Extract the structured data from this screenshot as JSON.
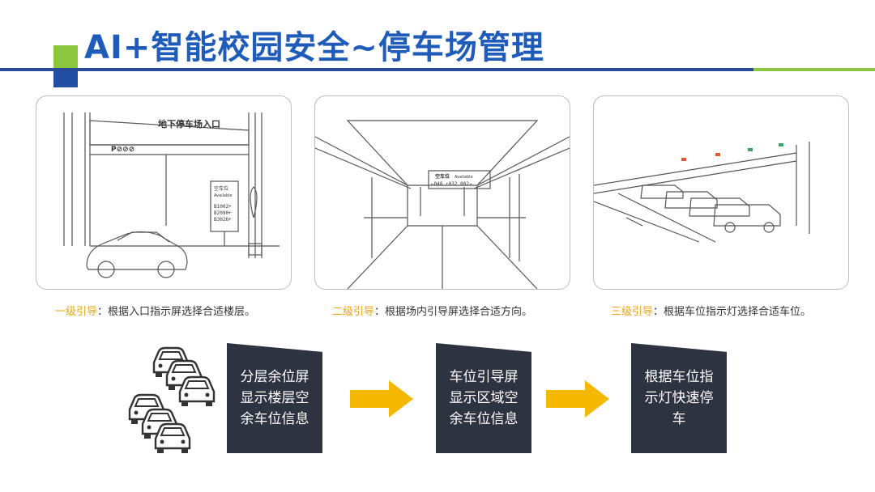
{
  "slide": {
    "title": "AI+智能校园安全~停车场管理"
  },
  "panels": [
    {
      "sign_top": "地下停车场入口",
      "sign_icons": "P⊘⊘⊘",
      "board_title": "空车位",
      "board_sub": "Available",
      "board_rows": [
        "B1002+",
        "B2090+",
        "B3026+"
      ],
      "caption_level": "一级引导",
      "caption_text": "：根据入口指示屏选择合适楼层。"
    },
    {
      "board_title": "空车位",
      "board_sub": "Available",
      "board_row": "←048 ↑032 002→",
      "caption_level": "二级引导",
      "caption_text": "：根据场内引导屏选择合适方向。"
    },
    {
      "caption_level": "三级引导",
      "caption_text": "：根据车位指示灯选择合适车位。"
    }
  ],
  "flow": {
    "steps": [
      "分层余位屏显示楼层空余车位信息",
      "车位引导屏显示区域空余车位信息",
      "根据车位指示灯快速停车"
    ]
  },
  "colors": {
    "title": "#1f5bb8",
    "accent_green": "#8cc63f",
    "accent_blue": "#1f4ea3",
    "caption_level": "#e8a516",
    "arrow": "#f5b800",
    "box": "#2d3340"
  },
  "icons": [
    "car-icon",
    "arrow-right-icon"
  ]
}
